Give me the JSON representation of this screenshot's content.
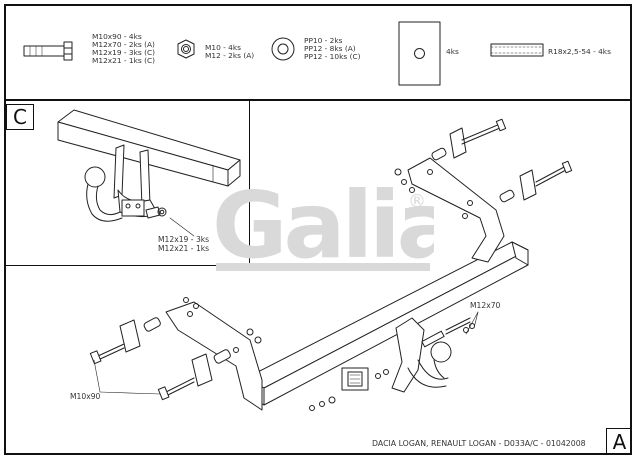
{
  "parts": {
    "bolt": {
      "lines": [
        "M10x90 - 4ks",
        "M12x70 - 2ks (A)",
        "M12x19 - 3ks (C)",
        "M12x21 - 1ks (C)"
      ],
      "icon": "hex-bolt-icon"
    },
    "nut": {
      "lines": [
        "M10 - 4ks",
        "M12 - 2ks (A)"
      ],
      "icon": "hex-nut-icon"
    },
    "washer": {
      "lines": [
        "PP10 - 2ks",
        "PP12 - 8ks (A)",
        "PP12 - 10ks (C)"
      ],
      "icon": "washer-icon"
    },
    "plate": {
      "label": "4ks",
      "icon": "spacer-plate-icon"
    },
    "tube": {
      "label": "R18x2,5-54 - 4ks",
      "icon": "spacer-tube-icon"
    }
  },
  "inset": {
    "letter": "C",
    "callout": [
      "M12x19 - 3ks",
      "M12x21 - 1ks"
    ]
  },
  "main": {
    "letter": "A",
    "callout_m12x70": "M12x70",
    "callout_m10x90": "M10x90"
  },
  "watermark": {
    "brand": "Galia",
    "mark": "®"
  },
  "footer": "DACIA LOGAN, RENAULT LOGAN - D033A/C - 01042008",
  "colors": {
    "line": "#222222",
    "watermark": "#d9d9d9"
  }
}
